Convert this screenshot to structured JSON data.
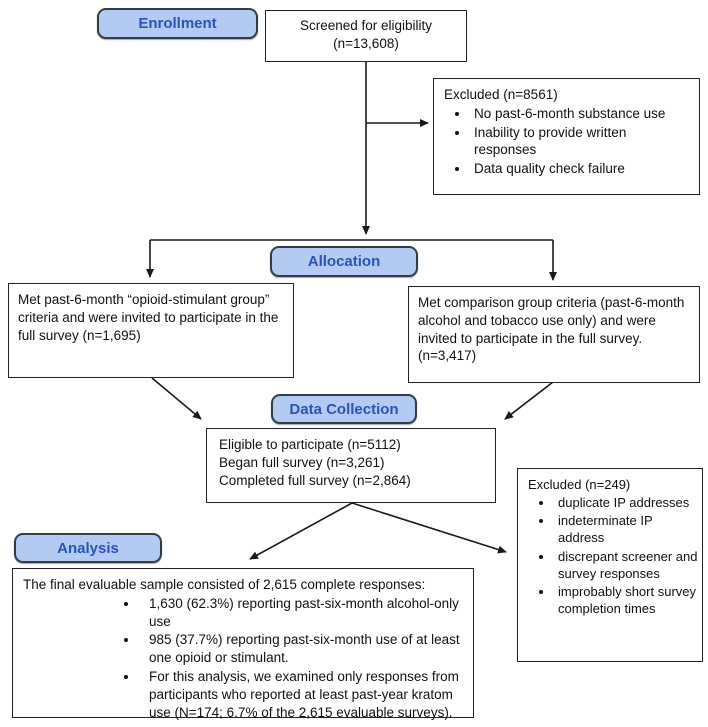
{
  "colors": {
    "badge_fill": "#b3cbf2",
    "badge_border": "#333c49",
    "badge_text": "#2a52b8",
    "box_border": "#222222",
    "arrow": "#1a1a1a"
  },
  "badges": {
    "enrollment": "Enrollment",
    "allocation": "Allocation",
    "data_collection": "Data Collection",
    "analysis": "Analysis"
  },
  "screened": {
    "text": "Screened for eligibility\n(n=13,608)"
  },
  "excluded_screening": {
    "title": "Excluded (n=8561)",
    "bullets": [
      "No past-6-month substance use",
      "Inability to provide written responses",
      "Data quality check failure"
    ]
  },
  "opioid_group": {
    "text": "Met past-6-month “opioid-stimulant group” criteria and were invited to participate in the full survey (n=1,695)"
  },
  "comparison_group": {
    "text": "Met comparison group criteria (past-6-month alcohol and tobacco use only) and were invited to participate in the full survey. (n=3,417)"
  },
  "data_collection_box": {
    "text": "Eligible to participate (n=5112)\nBegan full survey (n=3,261)\nCompleted full survey (n=2,864)"
  },
  "excluded_data": {
    "title": "Excluded (n=249)",
    "bullets": [
      "duplicate IP addresses",
      "indeterminate IP address",
      "discrepant screener and survey responses",
      "improbably short survey completion times"
    ]
  },
  "analysis_box": {
    "intro": "The final evaluable sample consisted of 2,615 complete responses:",
    "bullets": [
      "1,630 (62.3%) reporting past-six-month alcohol-only use",
      "985 (37.7%) reporting past-six-month use of at least one opioid or stimulant.",
      "For this analysis, we examined only responses from participants who reported at least past-year kratom use (N=174; 6.7% of the 2,615 evaluable surveys)."
    ]
  }
}
